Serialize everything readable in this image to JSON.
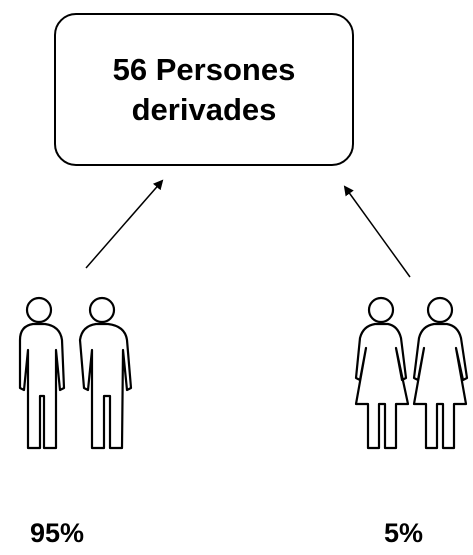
{
  "title": {
    "line1": "56 Persones",
    "line2": "derivades"
  },
  "groups": [
    {
      "icon": "men-pair-icon",
      "percent_label": "95%"
    },
    {
      "icon": "women-pair-icon",
      "percent_label": "5%"
    }
  ],
  "colors": {
    "stroke": "#000000",
    "background": "#ffffff"
  }
}
